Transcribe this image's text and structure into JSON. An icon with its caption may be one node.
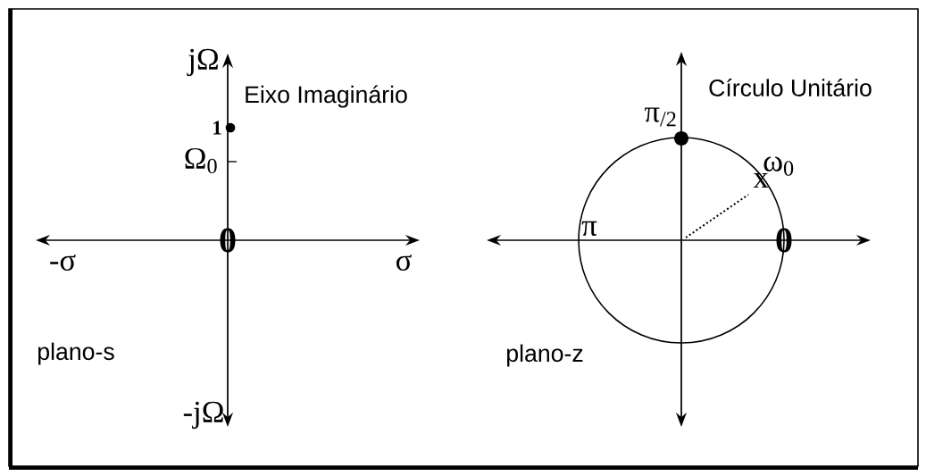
{
  "diagram": {
    "labels": [
      "jΩ",
      "Eixo Imaginário",
      "Círculo Unitário",
      "1",
      "π$_{/2}$",
      "Ω$_{0}$",
      "ω$_{0}$",
      "x",
      "π",
      "-σ",
      "0",
      "σ",
      "0",
      "plano-s",
      "plano-z",
      "-jΩ"
    ]
  }
}
